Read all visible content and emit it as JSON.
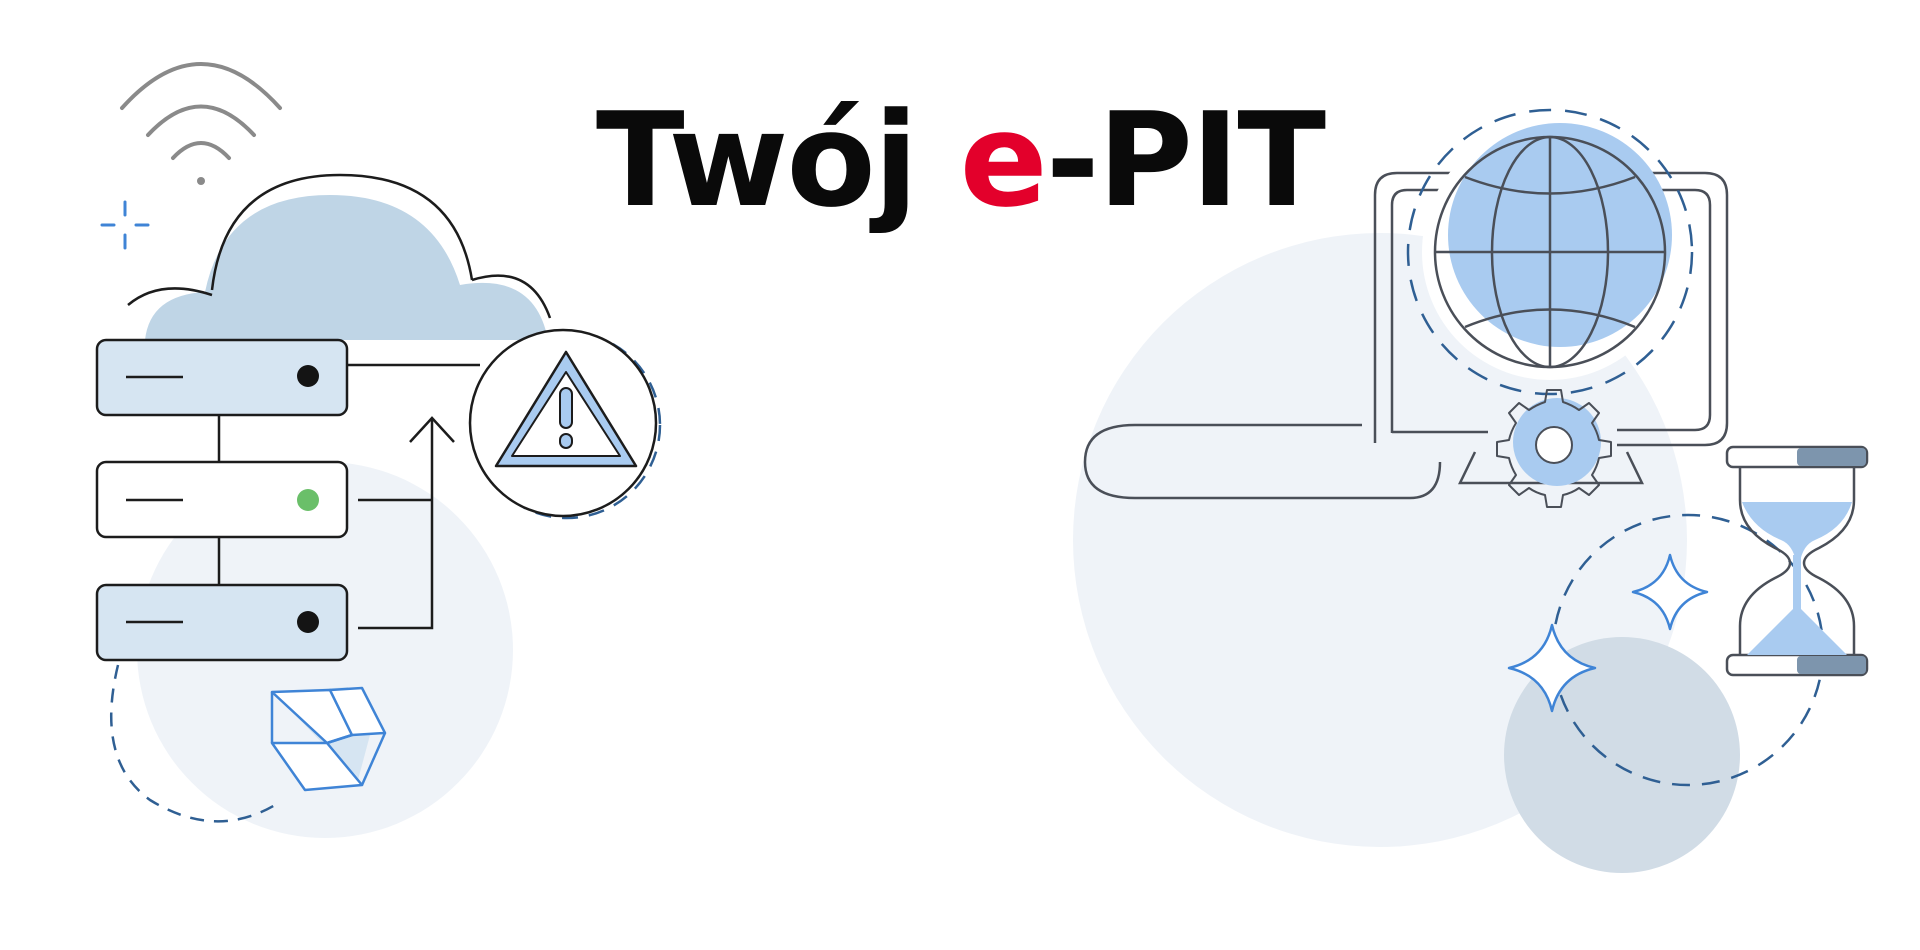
{
  "title": {
    "prefix": "Twój ",
    "accent": "e",
    "suffix": "-PIT"
  },
  "colors": {
    "background": "#ffffff",
    "title_text": "#0a0a0a",
    "title_accent": "#e3002b",
    "line": "#1c1c1c",
    "device_line": "#4a4f58",
    "dashed_blue": "#2f5f93",
    "soft_circle": "#eff3f8",
    "cloud_fill": "#bfd5e6",
    "server_fill": "#d6e5f2",
    "light_blue": "#a9cbf0",
    "sparkle_blue": "#3f84d6",
    "grey_circle": "#d1dce6",
    "hourglass_cap": "#7d95ad",
    "status_green": "#6abf69",
    "wifi_grey": "#8a8a8a"
  },
  "icons": [
    "wifi-icon",
    "cloud-icon",
    "server-rack-icon",
    "warning-icon",
    "upload-arrow-icon",
    "cube-icon",
    "laptop-icon",
    "globe-icon",
    "gear-icon",
    "hourglass-icon",
    "sparkle-icon"
  ]
}
